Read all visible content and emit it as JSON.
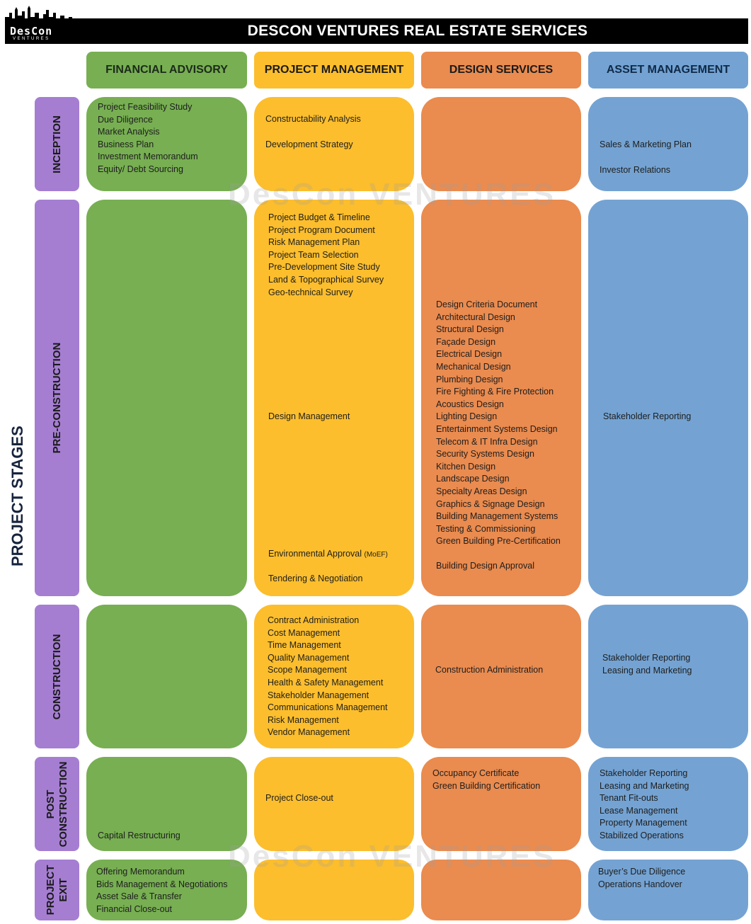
{
  "header": {
    "title": "DESCON VENTURES REAL ESTATE SERVICES",
    "logo_text": "DesCon",
    "logo_sub": "VENTURES"
  },
  "side_label": "PROJECT STAGES",
  "watermark": "DesCon VENTURES",
  "columns": [
    "FINANCIAL ADVISORY",
    "PROJECT MANAGEMENT",
    "DESIGN SERVICES",
    "ASSET MANAGEMENT"
  ],
  "stages": [
    "INCEPTION",
    "PRE-CONSTRUCTION",
    "CONSTRUCTION",
    "POST\nCONSTRUCTION",
    "PROJECT\nEXIT"
  ],
  "colors": {
    "financial": "#77af52",
    "project_management": "#fcbe2d",
    "design": "#ea8b4f",
    "asset": "#74a3d3",
    "stage": "#a57ed2",
    "header_bar": "#000000"
  },
  "cells": {
    "inception": {
      "financial": [
        "Project Feasibility Study",
        "Due Diligence",
        "Market Analysis",
        "Business Plan",
        "Investment Memorandum",
        "Equity/ Debt Sourcing"
      ],
      "pm": [
        "Constructability Analysis",
        "",
        "Development Strategy"
      ],
      "design": [],
      "asset": [
        "Sales & Marketing Plan",
        "",
        "Investor Relations"
      ]
    },
    "preconstruction": {
      "financial": [],
      "pm_top": [
        "Project Budget & Timeline",
        "Project Program Document",
        "Risk Management Plan",
        "Project Team Selection",
        "Pre-Development Site Study",
        "Land & Topographical Survey",
        "Geo-technical Survey"
      ],
      "pm_mid": "Design Management",
      "pm_env": "Environmental Approval",
      "pm_env_note": "(MoEF)",
      "pm_tender": "Tendering & Negotiation",
      "design": [
        "Design Criteria Document",
        "Architectural Design",
        "Structural Design",
        "Façade Design",
        "Electrical Design",
        "Mechanical Design",
        "Plumbing Design",
        "Fire Fighting & Fire Protection",
        "Acoustics Design",
        "Lighting Design",
        "Entertainment Systems Design",
        "Telecom & IT Infra Design",
        "Security Systems Design",
        "Kitchen Design",
        "Landscape Design",
        "Specialty Areas Design",
        "Graphics & Signage Design",
        "Building Management Systems",
        "Testing & Commissioning",
        "Green Building Pre-Certification",
        "",
        "Building Design Approval"
      ],
      "asset": "Stakeholder Reporting"
    },
    "construction": {
      "financial": [],
      "pm": [
        "Contract Administration",
        "Cost Management",
        "Time Management",
        "Quality Management",
        "Scope Management",
        "Health & Safety Management",
        "Stakeholder Management",
        "Communications Management",
        "Risk Management",
        "Vendor Management"
      ],
      "design": "Construction Administration",
      "asset": [
        "Stakeholder Reporting",
        "Leasing and Marketing"
      ]
    },
    "postconstruction": {
      "financial": "Capital Restructuring",
      "pm": "Project Close-out",
      "design": [
        "Occupancy Certificate",
        "Green Building Certification"
      ],
      "asset": [
        "Stakeholder Reporting",
        "Leasing and Marketing",
        "Tenant Fit-outs",
        "Lease Management",
        "Property Management",
        "Stabilized Operations"
      ]
    },
    "exit": {
      "financial": [
        "Offering Memorandum",
        "Bids Management  & Negotiations",
        "Asset Sale & Transfer",
        "Financial Close-out"
      ],
      "pm": [],
      "design": [],
      "asset": [
        "Buyer’s Due Diligence",
        "Operations Handover"
      ]
    }
  }
}
